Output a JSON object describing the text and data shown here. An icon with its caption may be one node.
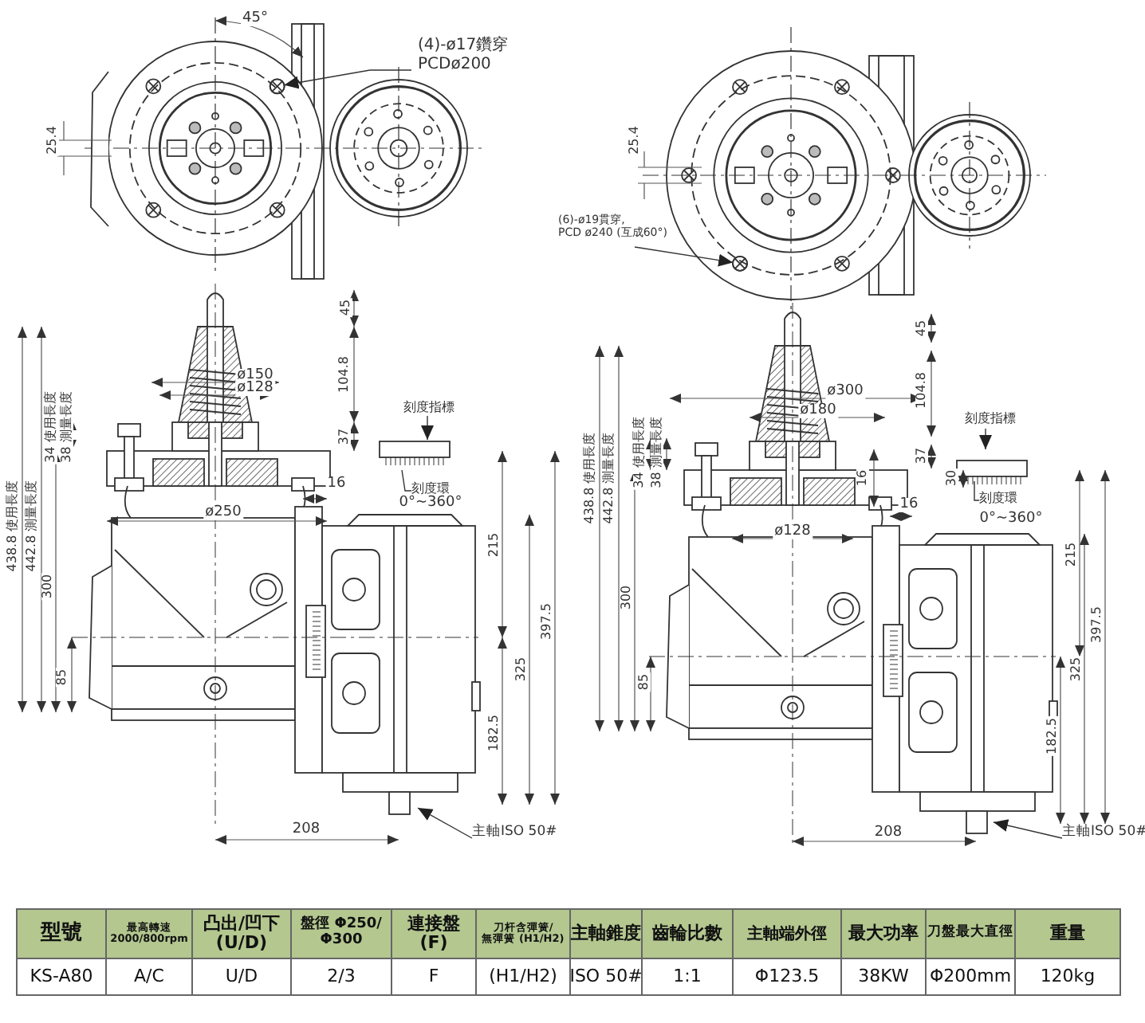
{
  "diagram": {
    "nodes": [
      {
        "text": [
          "(4)-ø17鑽穿",
          "PCDø200"
        ]
      },
      {
        "text": [
          "(6)-ø19貫穿,",
          "PCD ø240 (互成60°)"
        ]
      },
      {
        "text": [
          "刻度指標"
        ]
      },
      {
        "text": [
          "刻度環"
        ]
      },
      {
        "text": [
          "主軸ISO 50#"
        ]
      },
      {
        "text": [
          "刻度指標"
        ]
      },
      {
        "text": [
          "刻度環"
        ]
      },
      {
        "text": [
          "主軸ISO 50#"
        ]
      },
      {
        "text": [],
        "shape": "circle"
      },
      {
        "text": [],
        "shape": "circle"
      }
    ],
    "edges": [
      {
        "from": 0,
        "to": 8,
        "arrow": "to"
      },
      {
        "from": 1,
        "to": 9,
        "arrow": "to"
      },
      {
        "from": 2,
        "to": null,
        "arrow": "to"
      },
      {
        "from": 3,
        "to": null,
        "arrow": "none"
      },
      {
        "from": 4,
        "to": null,
        "arrow": "to"
      },
      {
        "from": 5,
        "to": null,
        "arrow": "to"
      },
      {
        "from": 6,
        "to": null,
        "arrow": "none"
      },
      {
        "from": 7,
        "to": null,
        "arrow": "to"
      }
    ],
    "labels": [
      "45°",
      "25.4",
      "45",
      "104.8",
      "ø150",
      "ø128",
      "34 使用長度",
      "38 測量長度",
      "37",
      "438.8 使用長度",
      "442.8 測量長度",
      "ø250",
      "16",
      "0°~360°",
      "215",
      "300",
      "397.5",
      "325",
      "85",
      "182.5",
      "208",
      "25.4",
      "45",
      "ø300",
      "104.8",
      "ø180",
      "34 使用長度",
      "38 測量長度",
      "37",
      "16",
      "30",
      "438.8 使用長度",
      "442.8 測量長度",
      "16",
      "0°~360°",
      "ø128",
      "215",
      "300",
      "397.5",
      "325",
      "85",
      "182.5",
      "208",
      "型號",
      "最高轉速 2000/800rpm",
      "凸出/凹下 (U/D)",
      "盤徑 Φ250/Φ300",
      "連接盤 (F)",
      "刀杆含彈簧/無彈簧 (H1/H2)",
      "主軸錐度",
      "齒輪比數",
      "主軸端外徑",
      "最大功率",
      "刀盤最大直徑",
      "重量",
      "KS-A80",
      "A/C",
      "U/D",
      "2/3",
      "F",
      "(H1/H2)",
      "ISO 50#",
      "1:1",
      "Φ123.5",
      "38KW",
      "Φ200mm",
      "120kg"
    ]
  }
}
